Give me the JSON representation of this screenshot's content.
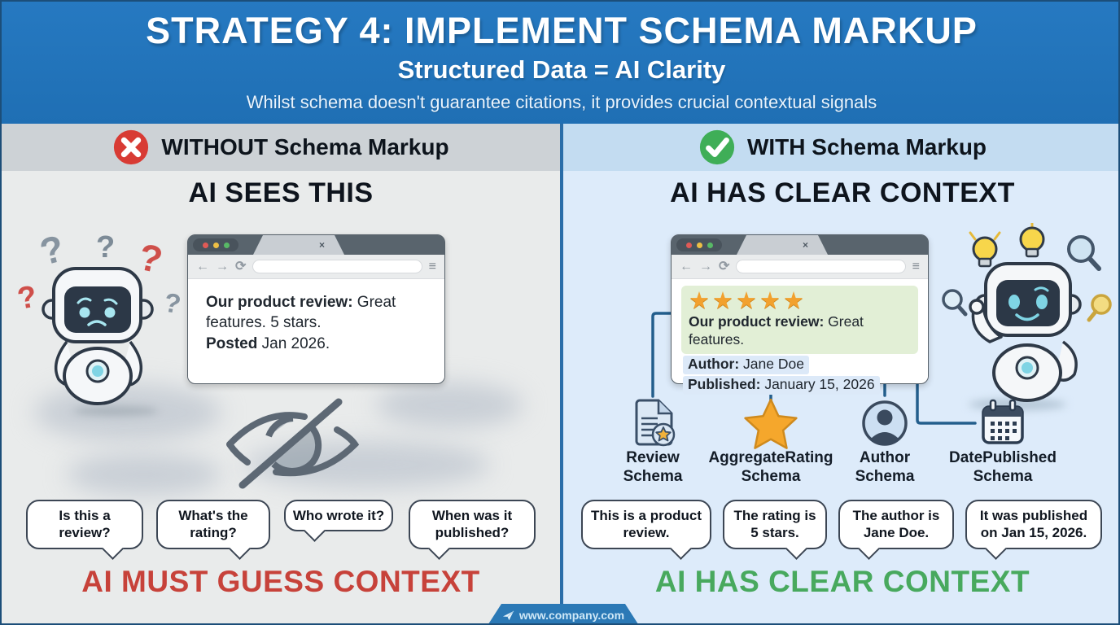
{
  "header": {
    "title": "STRATEGY 4: IMPLEMENT SCHEMA MARKUP",
    "subtitle": "Structured Data = AI Clarity",
    "tagline": "Whilst schema doesn't guarantee citations, it provides crucial contextual signals"
  },
  "icons": {
    "close": "×",
    "back": "←",
    "forward": "→",
    "reload": "⟳",
    "menu": "≡"
  },
  "left": {
    "badge": "WITHOUT Schema Markup",
    "heading": "AI SEES THIS",
    "browser": {
      "review_label": "Our product review:",
      "review_rest": " Great features. 5 stars.",
      "posted_label": "Posted",
      "posted_rest": " Jan 2026."
    },
    "question_marks": [
      "?",
      "?",
      "?",
      "?",
      "?"
    ],
    "bubbles": [
      "Is this a review?",
      "What's the rating?",
      "Who wrote it?",
      "When was it published?"
    ],
    "verdict": "AI MUST GUESS CONTEXT"
  },
  "right": {
    "badge": "WITH Schema Markup",
    "heading": "AI HAS CLEAR CONTEXT",
    "browser": {
      "stars": "★★★★★",
      "review_label": "Our product review:",
      "review_rest": " Great features.",
      "author_label": "Author:",
      "author_rest": " Jane Doe",
      "published_label": "Published:",
      "published_rest": " January 15, 2026"
    },
    "schemas": [
      {
        "line1": "Review",
        "line2": "Schema"
      },
      {
        "line1": "AggregateRating",
        "line2": "Schema"
      },
      {
        "line1": "Author",
        "line2": "Schema"
      },
      {
        "line1": "DatePublished",
        "line2": "Schema"
      }
    ],
    "bubbles": [
      "This is a product review.",
      "The rating is 5 stars.",
      "The author is Jane Doe.",
      "It was published on Jan 15, 2026."
    ],
    "verdict": "AI HAS CLEAR CONTEXT"
  },
  "footer": {
    "url": "www.company.com"
  },
  "colors": {
    "header_blue": "#2176bd",
    "left_bg": "#e9ebeb",
    "left_band": "#cdd2d6",
    "right_bg": "#ddebfa",
    "right_band": "#c3dcf1",
    "divider_blue": "#2a6da8",
    "error_red": "#d83b34",
    "success_green": "#3fae57",
    "verdict_red": "#c7423a",
    "verdict_green": "#48a95e",
    "star_orange": "#f2a12e",
    "connector_blue": "#235e8c",
    "highlight_green": "#e2efd6",
    "highlight_blue": "#dce9f8"
  }
}
